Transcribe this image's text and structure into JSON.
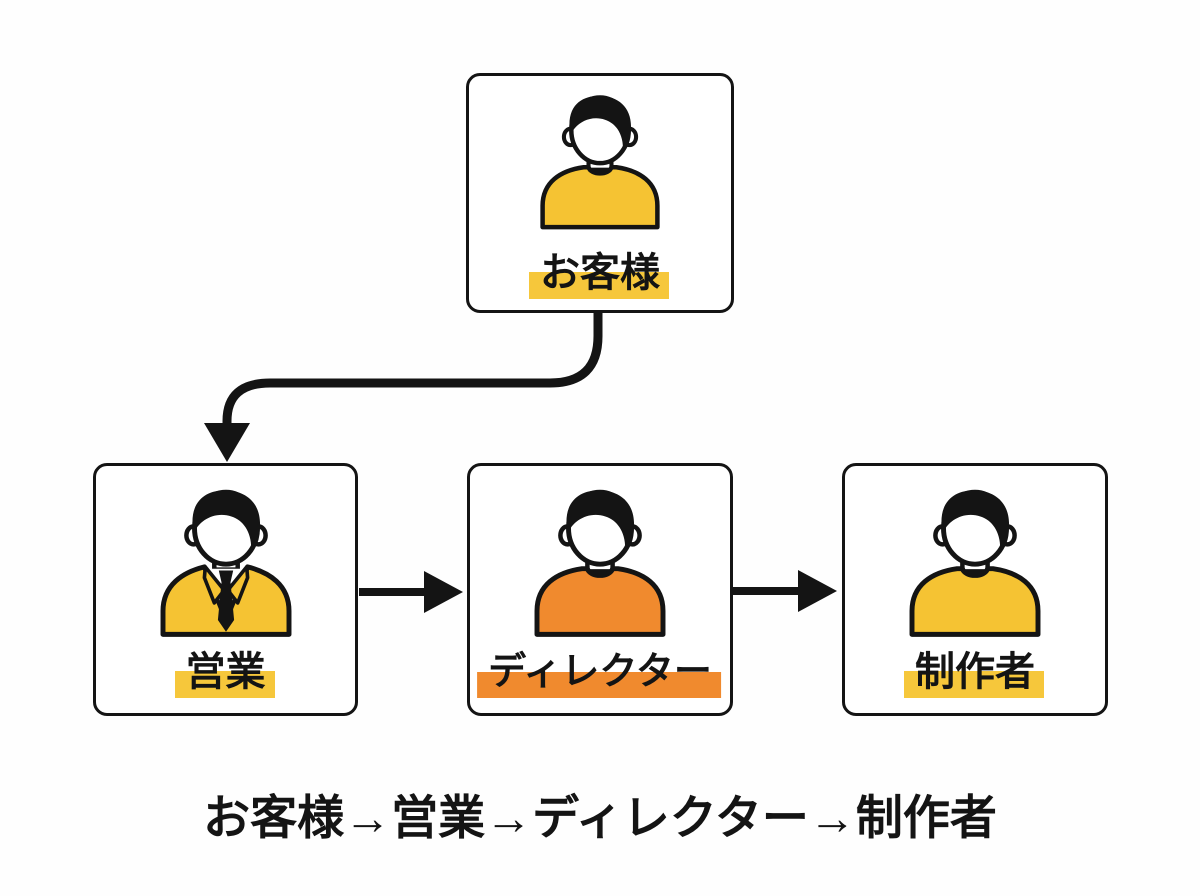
{
  "colors": {
    "background": "#FEFEFE",
    "ink": "#141414",
    "yellow": "#F5C333",
    "orange": "#F08A2E",
    "white": "#FFFFFF"
  },
  "diagram": {
    "type": "flow",
    "flow_order": [
      "お客様",
      "営業",
      "ディレクター",
      "制作者"
    ]
  },
  "nodes": {
    "customer": {
      "label": "お客様",
      "icon": "person-yellow-shirt-icon",
      "shirt_color": "#F5C333",
      "highlight_color": "#F6C73B"
    },
    "sales": {
      "label": "営業",
      "icon": "person-suit-tie-icon",
      "suit_color": "#F5C333",
      "highlight_color": "#F6C73B"
    },
    "director": {
      "label": "ディレクター",
      "icon": "person-orange-shirt-icon",
      "shirt_color": "#F08A2E",
      "highlight_color": "#F08A2E"
    },
    "creator": {
      "label": "制作者",
      "icon": "person-yellow-shirt-icon",
      "shirt_color": "#F5C333",
      "highlight_color": "#F6C73B"
    }
  },
  "caption": "お客様→営業→ディレクター→制作者"
}
